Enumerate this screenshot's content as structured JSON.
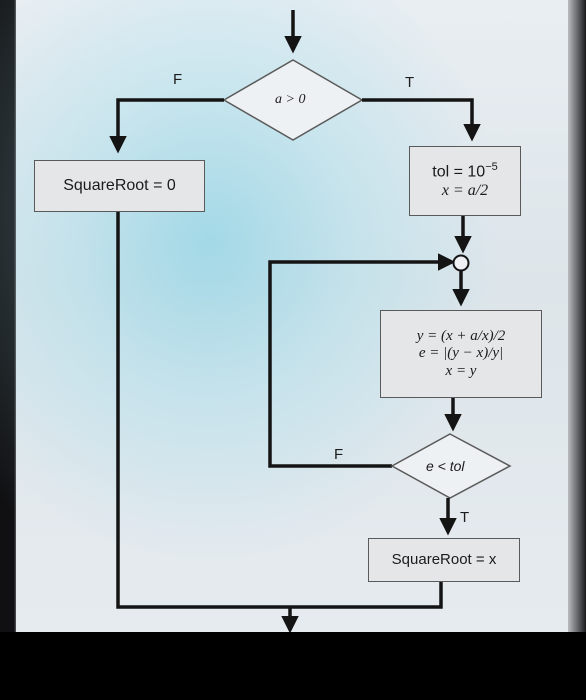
{
  "flowchart": {
    "decision1": {
      "label": "a > 0",
      "true_label": "T",
      "false_label": "F"
    },
    "square_root_zero": "SquareRoot = 0",
    "init_box": {
      "line1_prefix": "tol = 10",
      "line1_exp": "−5",
      "line2": "x = a/2"
    },
    "iter_box": {
      "line1": "y = (x + a/x)/2",
      "line2": "e = |(y − x)/y|",
      "line3": "x = y"
    },
    "decision2": {
      "label": "e < tol",
      "true_label": "T",
      "false_label": "F"
    },
    "result_box": "SquareRoot = x"
  },
  "colors": {
    "line": "#141414",
    "box_fill": "#e4e6e8",
    "decision_fill": "#eef1f3"
  }
}
